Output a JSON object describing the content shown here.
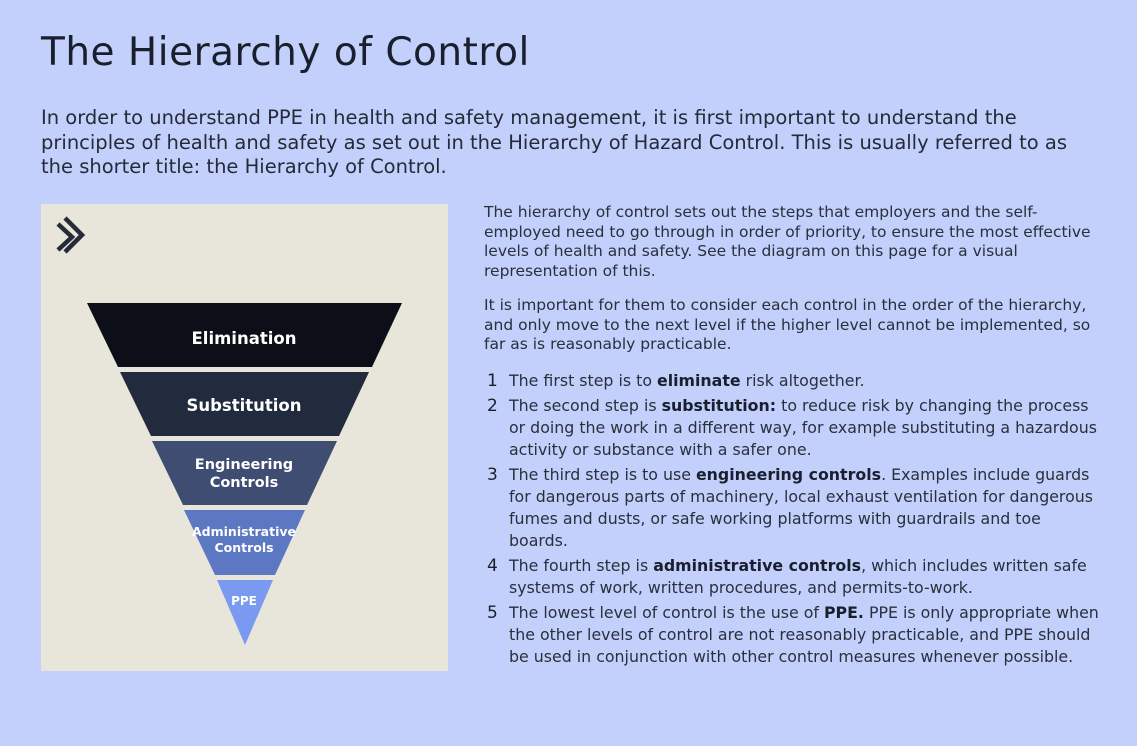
{
  "title": "The Hierarchy of Control",
  "intro": "In order to understand PPE in health and safety management, it is first important to understand the principles of health and safety as set out in the Hierarchy of Hazard Control. This is usually referred to as the shorter title: the Hierarchy of Control.",
  "diagram": {
    "logo_icon": "chevron-arrow-logo-icon",
    "tiers": [
      {
        "line1": "Elimination",
        "line2": "",
        "color": "#0c0f17"
      },
      {
        "line1": "Substitution",
        "line2": "",
        "color": "#222a3d"
      },
      {
        "line1": "Engineering",
        "line2": "Controls",
        "color": "#3f4d72"
      },
      {
        "line1": "Administrative",
        "line2": "Controls",
        "color": "#5c78c2"
      },
      {
        "line1": "PPE",
        "line2": "",
        "color": "#7a9af2"
      }
    ]
  },
  "body": {
    "para1": "The hierarchy of control sets out the steps that employers and the self-employed need to go through in order of priority, to ensure the most effective levels of health and safety. See the diagram on this page for a visual representation of this.",
    "para2": "It is important for them to consider each control in the order of the hierarchy, and only move to the next level if the higher level cannot be implemented, so far as is reasonably practicable.",
    "steps": [
      {
        "num": "1",
        "before": "The first step is to ",
        "bold": "eliminate",
        "after": " risk altogether."
      },
      {
        "num": "2",
        "before": "The second step is ",
        "bold": "substitution:",
        "after": " to reduce risk by changing the process or doing the work in a different way, for example substituting a hazardous activity or substance with a safer one."
      },
      {
        "num": "3",
        "before": "The third step is to use ",
        "bold": "engineering controls",
        "after": ". Examples include guards for dangerous parts of machinery, local exhaust ventilation for dangerous fumes and dusts, or safe working platforms with guardrails and toe boards."
      },
      {
        "num": "4",
        "before": "The fourth step is ",
        "bold": "administrative controls",
        "after": ", which includes written safe systems of work, written procedures, and permits-to-work."
      },
      {
        "num": "5",
        "before": "The lowest level of control is the use of ",
        "bold": "PPE.",
        "after": " PPE is only appropriate when the other levels of control are not reasonably practicable, and PPE should be used in conjunction with other control measures whenever possible."
      }
    ]
  }
}
